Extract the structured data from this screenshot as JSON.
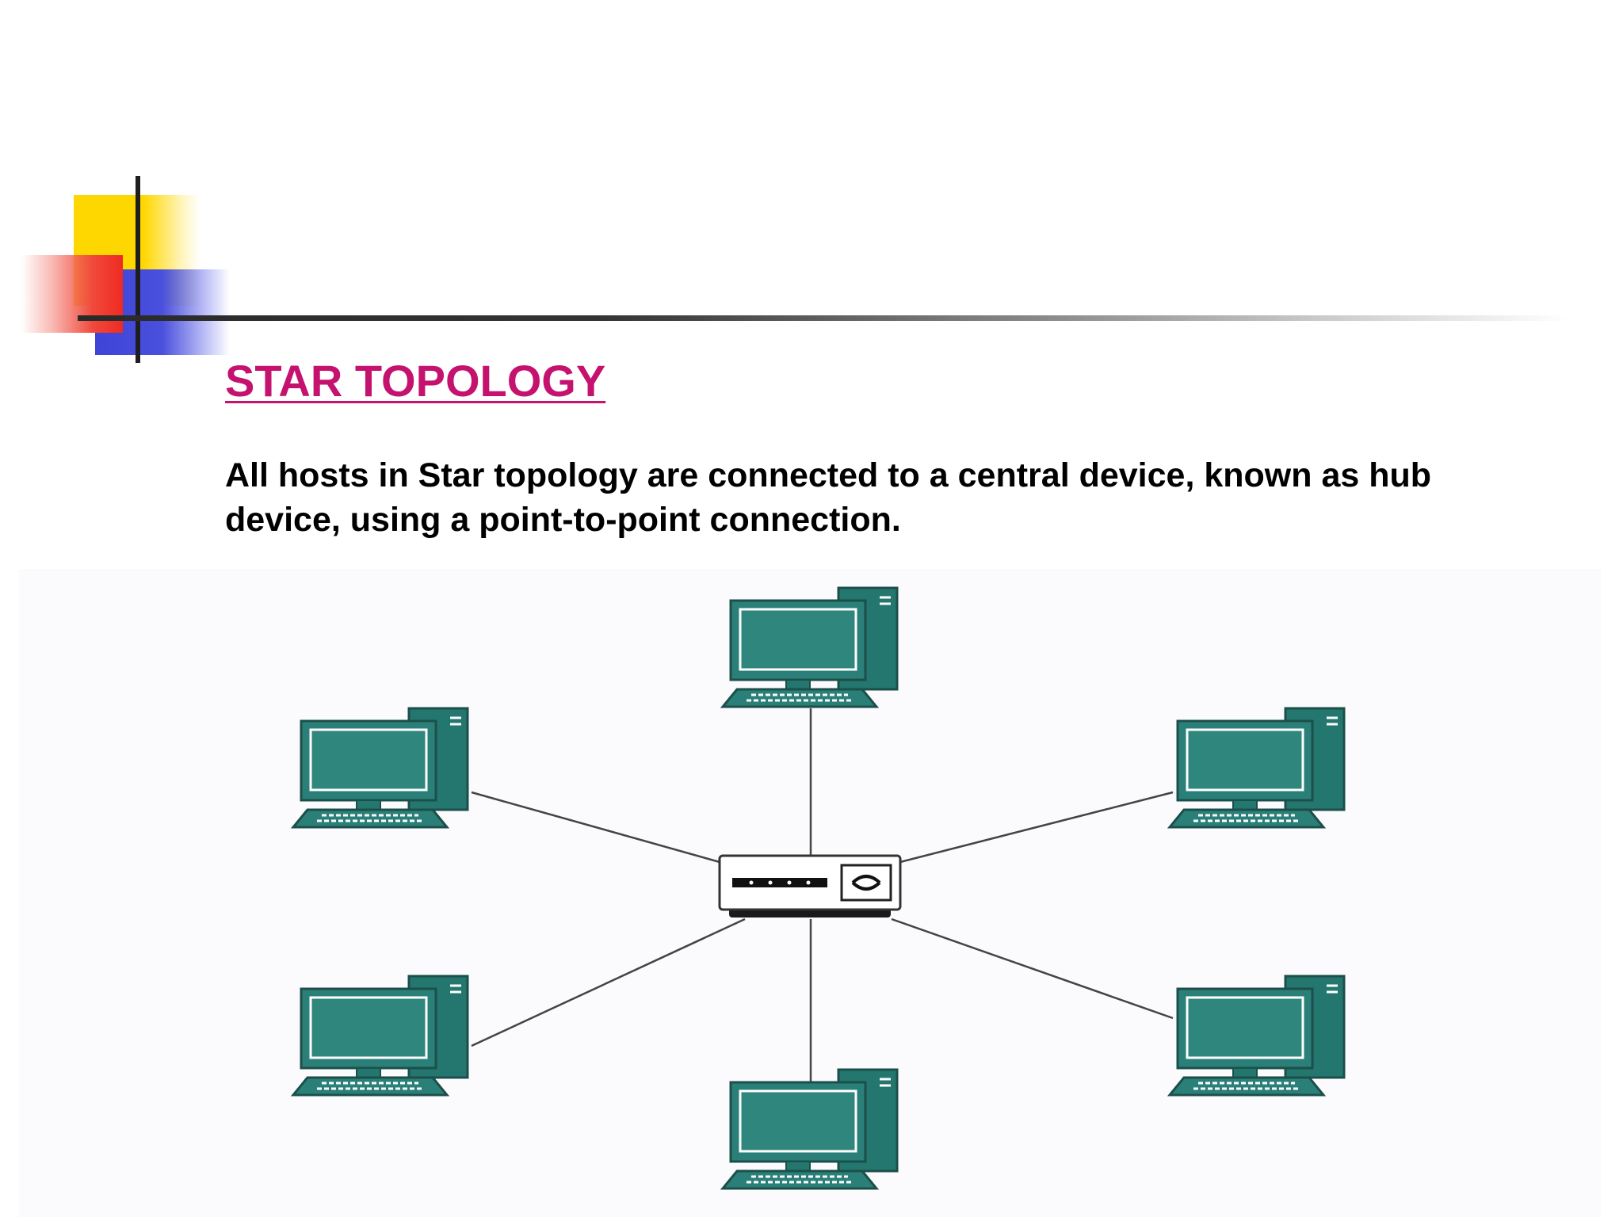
{
  "slide": {
    "title": "STAR TOPOLOGY",
    "body": "All hosts in Star topology are connected to a central device, known as hub device, using a point-to-point connection."
  },
  "colors": {
    "title": "#c4126e",
    "computer_fill": "#2a8078",
    "computer_outline": "#1c4f4a",
    "link": "#444444",
    "deco_yellow": "#ffd700",
    "deco_red": "#ef2a22",
    "deco_blue": "#3d44d8"
  },
  "diagram": {
    "hub": {
      "icon": "hub-icon"
    },
    "hosts": [
      {
        "position": "top",
        "icon": "desktop-computer-icon"
      },
      {
        "position": "upper-left",
        "icon": "desktop-computer-icon"
      },
      {
        "position": "upper-right",
        "icon": "desktop-computer-icon"
      },
      {
        "position": "lower-left",
        "icon": "desktop-computer-icon"
      },
      {
        "position": "lower-right",
        "icon": "desktop-computer-icon"
      },
      {
        "position": "bottom",
        "icon": "desktop-computer-icon"
      }
    ]
  }
}
